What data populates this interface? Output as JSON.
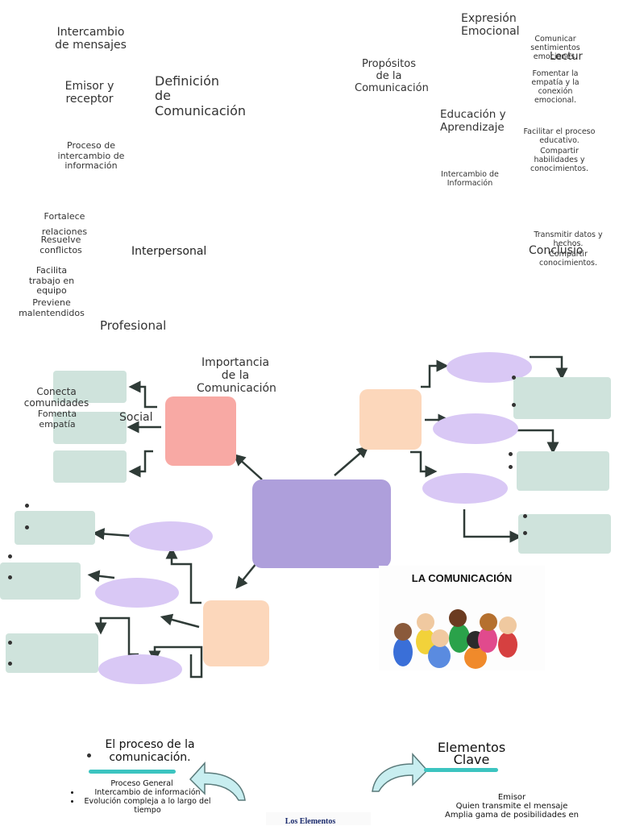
{
  "top_left": {
    "intercambio": "Intercambio de mensajes",
    "emisor": "Emisor y receptor",
    "proceso": "Proceso de intercambio de información",
    "definicion": "Definición de Comunicación"
  },
  "beneficios": {
    "fortalece": "Fortalece relaciones",
    "resuelve": "Resuelve conflictos",
    "facilita": "Facilita trabajo en equipo",
    "previene": "Previene malentendidos",
    "interpersonal": "Interpersonal",
    "profesional": "Profesional"
  },
  "propositos": {
    "title": "Propósitos de la Comunicación",
    "expresion": "Expresión Emocional",
    "comunicar": "Comunicar sentimientos emociones.",
    "lectur": "Lectur",
    "fomentar": "Fomentar la empatía y la conexión emocional.",
    "educacion": "Educación y Aprendizaje",
    "facilitar": "Facilitar el proceso educativo.",
    "compartir": "Compartir habilidades y conocimientos.",
    "intercambio_info": "Intercambio de Información",
    "transmitir": "Transmitir datos y hechos.",
    "compartir_con": "Compartir conocimientos.",
    "conclusion": "Conclusio"
  },
  "importancia": {
    "title": "Importancia de la Comunicación",
    "conecta": "Conecta comunidades",
    "fomenta": "Fomenta empatía",
    "social": "Social"
  },
  "image_card": {
    "title": "LA COMUNICACIÓN"
  },
  "proceso_section": {
    "title": "El proceso de la comunicación.",
    "bullets": [
      "Proceso General",
      "Intercambio de información",
      "Evolución compleja a lo largo del tiempo"
    ],
    "bottom_label": "Los Elementos"
  },
  "elementos_section": {
    "title": "Elementos Clave",
    "bullets": [
      "Emisor",
      "Quien transmite el mensaje",
      "Amplia gama de posibilidades en"
    ]
  },
  "colors": {
    "box_green": "#cfe3dc",
    "oval_lilac": "#d9c8f5",
    "center_purple": "#ae9fdb",
    "pink": "#f8a9a4",
    "peach": "#fcd7bb",
    "teal": "#3cc4c0"
  }
}
